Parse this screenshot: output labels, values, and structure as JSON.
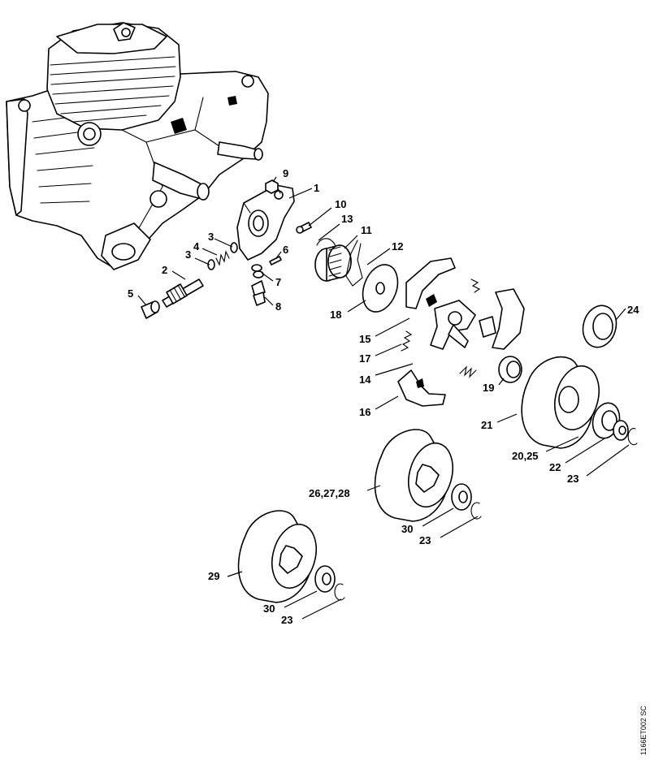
{
  "drawing_code": "1166ET002 SC",
  "labels": {
    "l1": "1",
    "l2": "2",
    "l3a": "3",
    "l3b": "3",
    "l4": "4",
    "l5": "5",
    "l6": "6",
    "l7": "7",
    "l8": "8",
    "l9": "9",
    "l10": "10",
    "l11": "11",
    "l12": "12",
    "l13": "13",
    "l14": "14",
    "l15": "15",
    "l16": "16",
    "l17": "17",
    "l18": "18",
    "l19": "19",
    "l21": "21",
    "l2025": "20,25",
    "l22": "22",
    "l23a": "23",
    "l24": "24",
    "l262728": "26,27,28",
    "l30a": "30",
    "l23b": "23",
    "l29": "29",
    "l30b": "30",
    "l23c": "23"
  }
}
